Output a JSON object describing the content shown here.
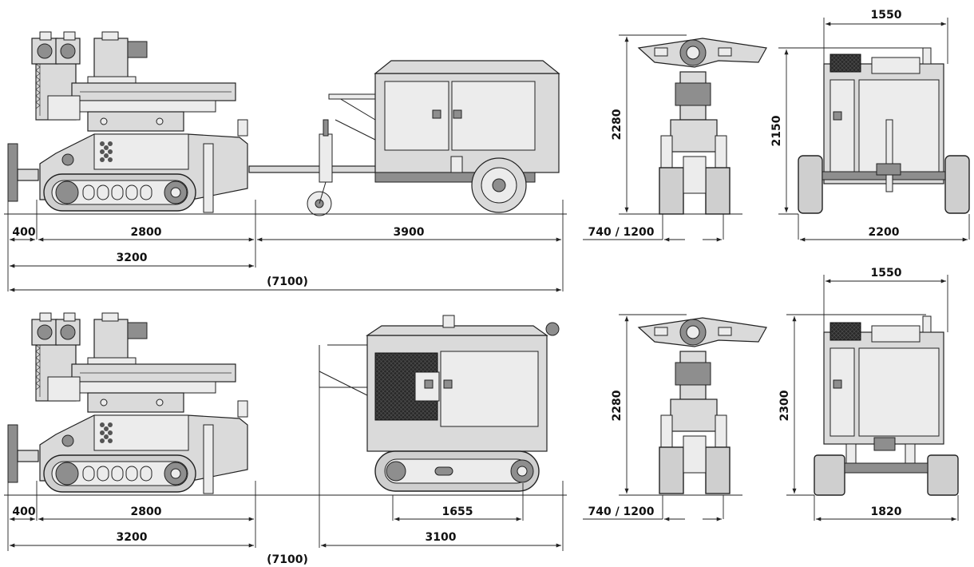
{
  "dimensions": {
    "top_side": {
      "rear": "400",
      "track": "2800",
      "trailer": "3900",
      "base": "3200",
      "total": "(7100)"
    },
    "top_front": {
      "height": "2280",
      "width": "740 / 1200"
    },
    "top_rear": {
      "height": "2150",
      "top_width": "1550",
      "width": "2200"
    },
    "bottom_side": {
      "rear": "400",
      "track": "2800",
      "track2": "1655",
      "base": "3200",
      "unit_length": "3100",
      "total": "(7100)"
    },
    "bottom_front": {
      "height": "2280",
      "width": "740 / 1200"
    },
    "bottom_rear": {
      "height": "2300",
      "top_width": "1550",
      "width": "1820"
    }
  },
  "colors": {
    "machine_fill": "#dadada",
    "outline": "#222222",
    "radiator": "#2a2a2a"
  }
}
